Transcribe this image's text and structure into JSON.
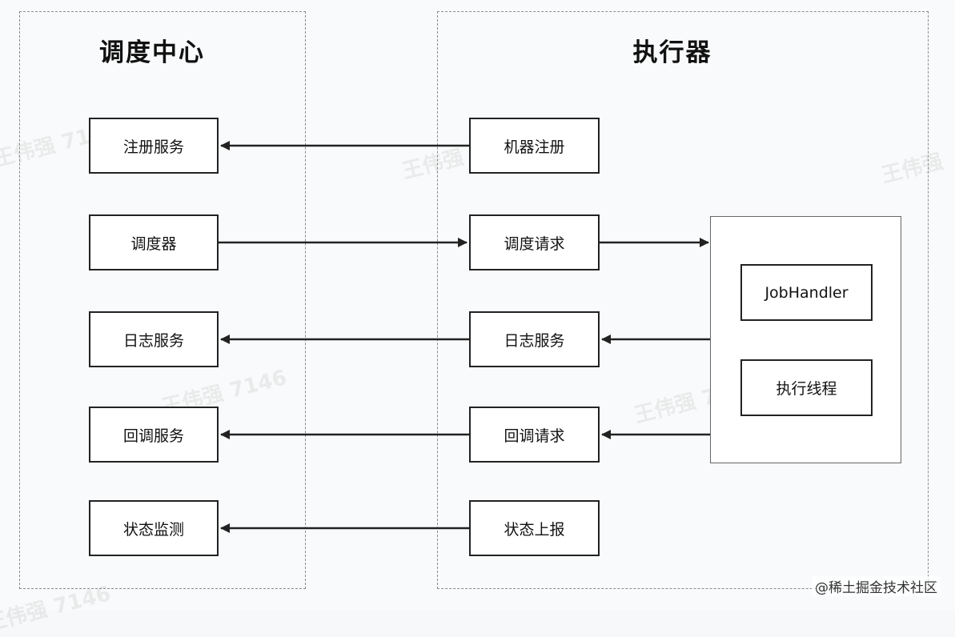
{
  "left_group": {
    "title": "调度中心",
    "boxes": [
      "注册服务",
      "调度器",
      "日志服务",
      "回调服务",
      "状态监测"
    ]
  },
  "right_group": {
    "title": "执行器",
    "boxes": [
      "机器注册",
      "调度请求",
      "日志服务",
      "回调请求",
      "状态上报"
    ],
    "executor_panel": {
      "items": [
        "JobHandler",
        "执行线程"
      ]
    }
  },
  "watermark": {
    "text_a": "王伟强 7146",
    "text_b": "王伟强"
  },
  "footer": {
    "credit": "@稀土掘金技术社区"
  },
  "colors": {
    "line": "#222222",
    "dashed_border": "#8a8a8a",
    "background": "#f9fafb"
  }
}
